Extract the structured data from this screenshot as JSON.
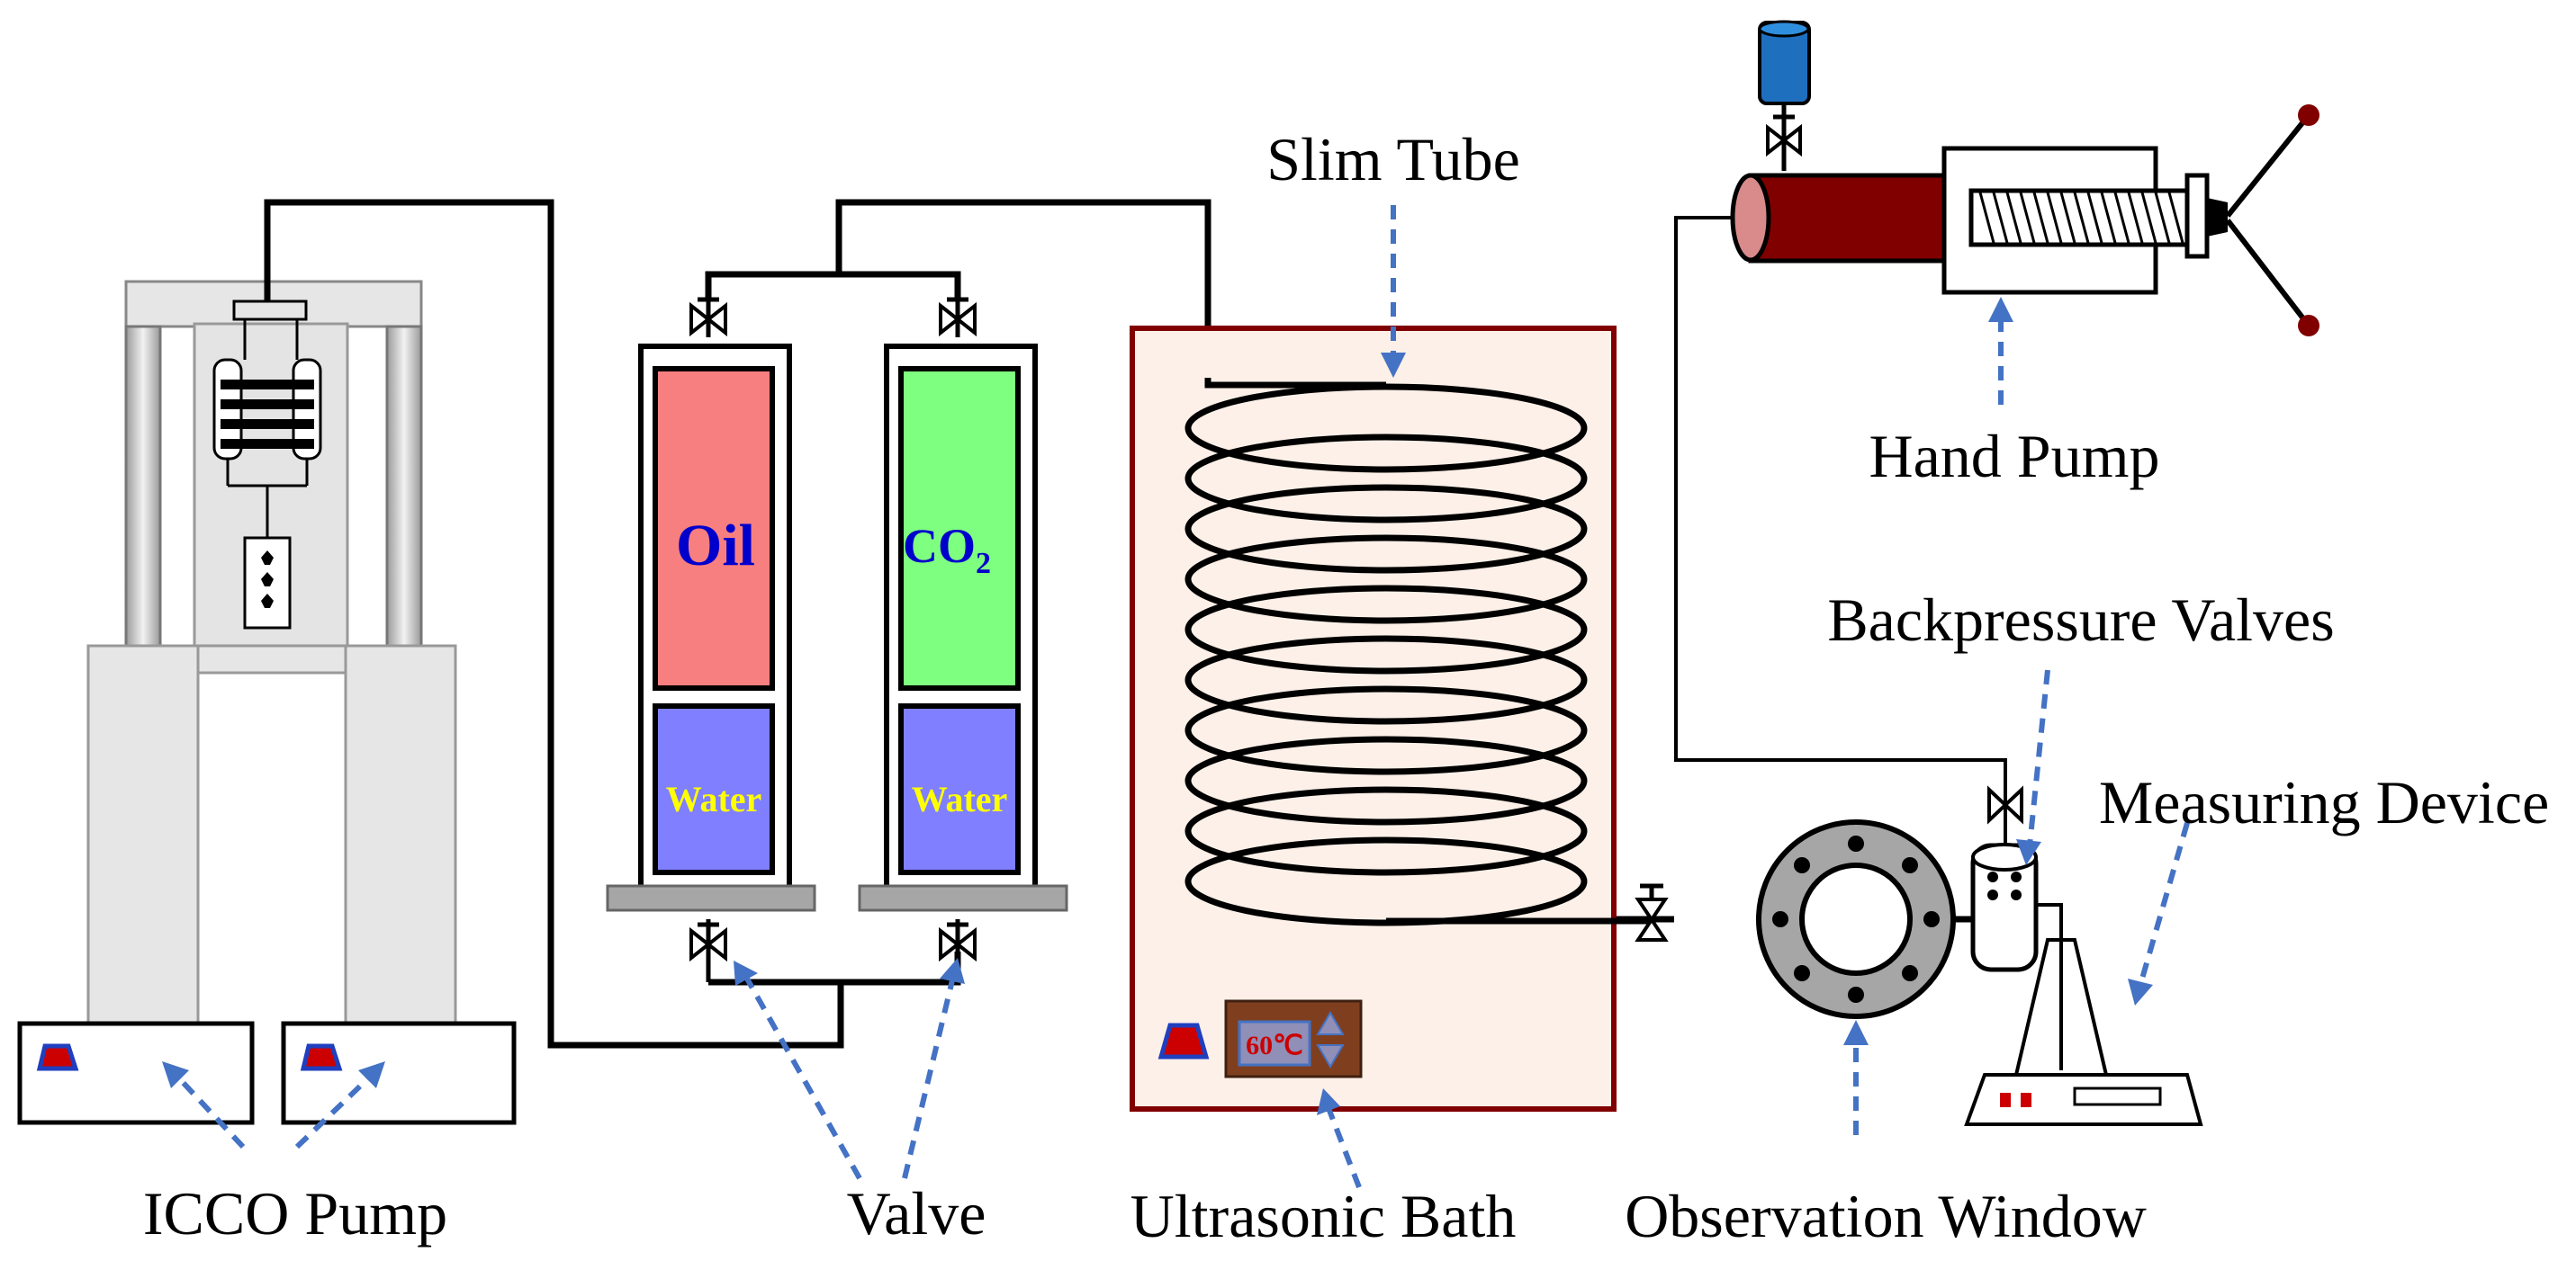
{
  "labels": {
    "slim_tube": "Slim Tube",
    "hand_pump": "Hand Pump",
    "backpressure_valves": "Backpressure Valves",
    "measuring_device": "Measuring  Device",
    "icco_pump": "ICCO Pump",
    "valve": "Valve",
    "ultrasonic_bath": "Ultrasonic  Bath",
    "observation_window": "Observation Window"
  },
  "containers": {
    "oil": "Oil",
    "co2_main": "CO",
    "co2_sub": "2",
    "water_left": "Water",
    "water_right": "Water"
  },
  "bath_display": "60℃",
  "colors": {
    "oil": "#f77f7f",
    "co2": "#7fff7f",
    "water": "#7f7fff",
    "bath_fill": "#fcf0e8",
    "bath_border": "#800000",
    "arrow": "#4472c4",
    "hand_pump_cylinder": "#800000",
    "reservoir": "#1f6fbf",
    "inner_text_blue": "#0000cc",
    "inner_text_yellow": "#ffff00"
  }
}
